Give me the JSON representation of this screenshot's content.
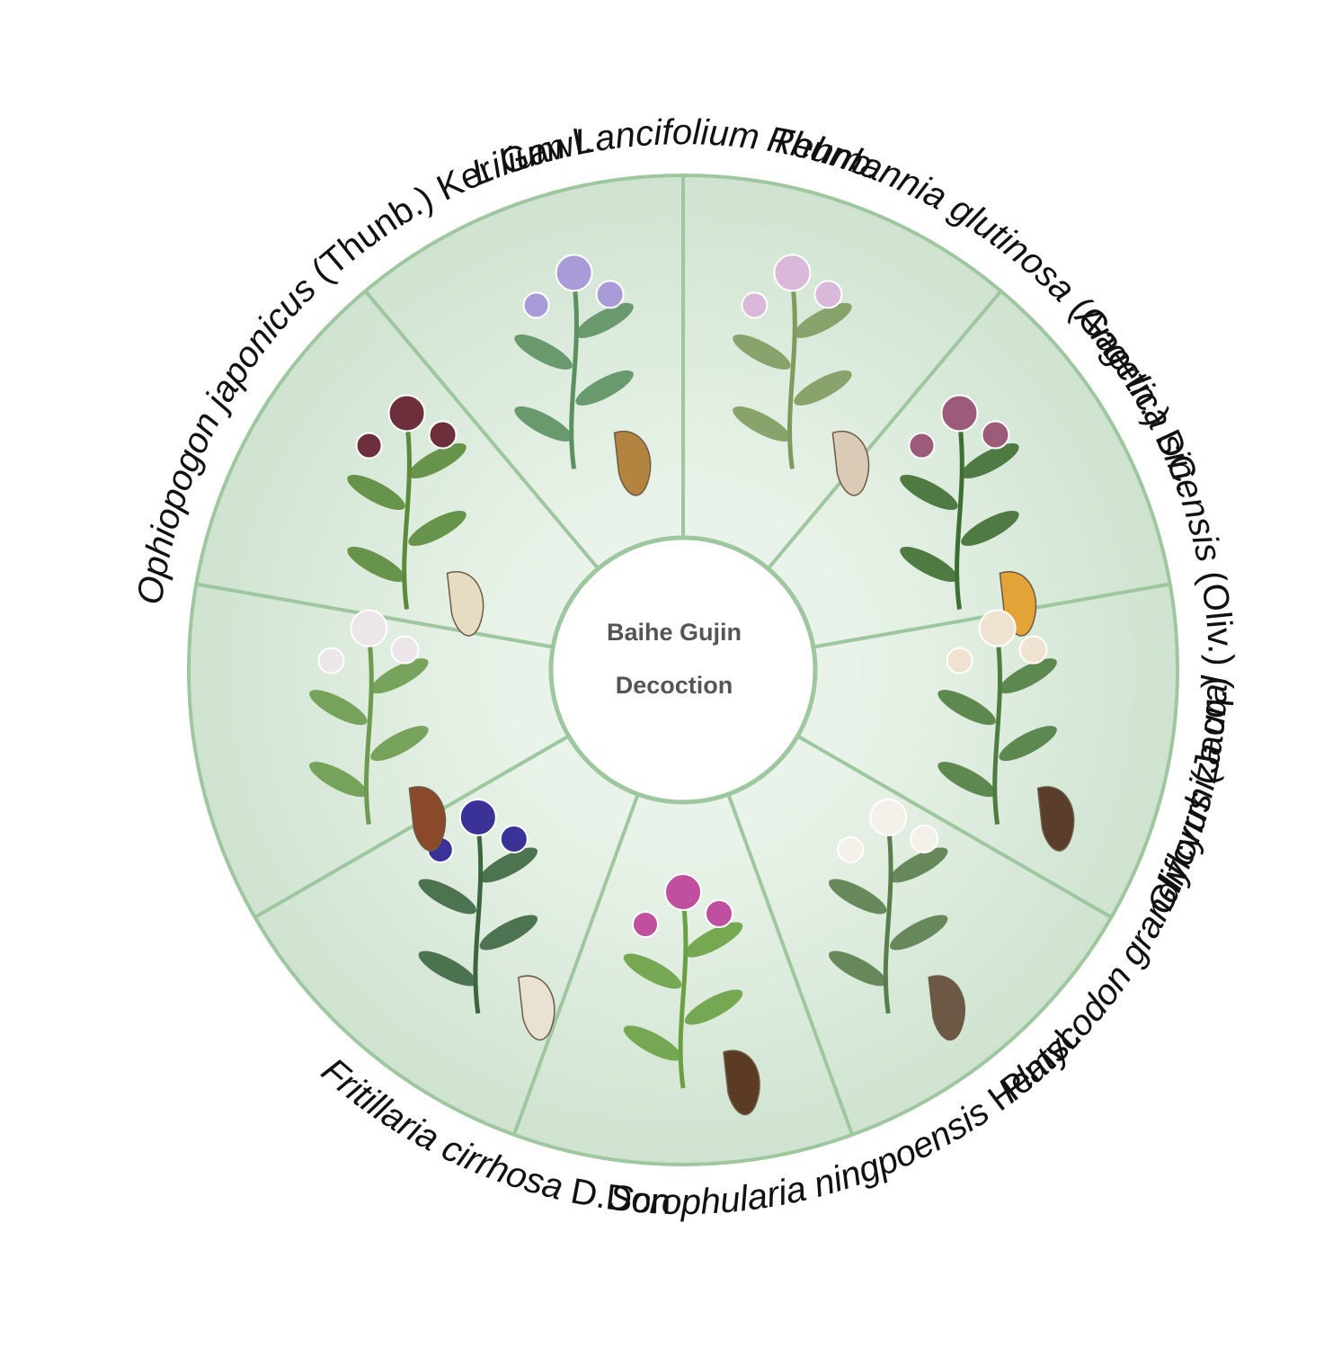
{
  "center": {
    "line1": "Baihe Gujin",
    "line2": "Decoction"
  },
  "colors": {
    "ring_fill": "#d3e5d4",
    "ring_light": "#e6f1e6",
    "divider": "#9fc79f",
    "center_fill": "#ffffff",
    "label_color": "#555555"
  },
  "herbs": [
    {
      "italic": "Lilium Lancifolium",
      "roman": "",
      "italic2": " Thunb.",
      "illustration": "lily-plant"
    },
    {
      "italic": "Rehmannia glutinosa",
      "roman": " (Gaertn.) DC.",
      "italic2": "",
      "illustration": "rehmannia-plant"
    },
    {
      "italic": "Angelica sinensis",
      "roman": " (Oliv.) ",
      "italic2": "Diels",
      "illustration": "angelica-plant"
    },
    {
      "italic": "Paeonia lactiflora",
      "roman": " Pall.",
      "italic2": "",
      "illustration": "peony-plant"
    },
    {
      "italic": "Glycyrrhiza uralensis",
      "roman": " Fisch. ex DC.",
      "italic2": "",
      "illustration": "licorice-plant"
    },
    {
      "italic": "Platycodon grandiflorus",
      "roman": " (Jacq.) A.DC.",
      "italic2": "",
      "illustration": "balloon-flower-plant"
    },
    {
      "italic": "Scrophularia ningpoensis",
      "roman": " Hemsl.",
      "italic2": "",
      "illustration": "figwort-plant"
    },
    {
      "italic": "Fritillaria cirrhosa",
      "roman": " D.Don",
      "italic2": "",
      "illustration": "fritillary-plant"
    },
    {
      "italic": "Ophiopogon japonicus",
      "roman": " (Thunb.) Ker Gawl.",
      "italic2": "",
      "illustration": "ophiopogon-plant"
    }
  ]
}
